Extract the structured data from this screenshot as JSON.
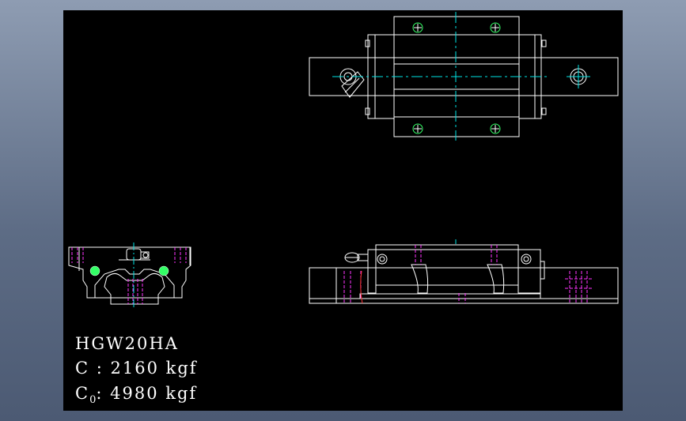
{
  "drawing": {
    "colors": {
      "background": "#000000",
      "outline": "#ffffff",
      "centerline": "#00e5e5",
      "hidden": "#ff33ff",
      "bolt": "#33ff66",
      "accent": "#ff3333"
    }
  },
  "specs": {
    "model": "HGW20HA",
    "c_label": "C : 2160 kgf",
    "c0_prefix": "C",
    "c0_sub": "0",
    "c0_value": ": 4980 kgf"
  }
}
